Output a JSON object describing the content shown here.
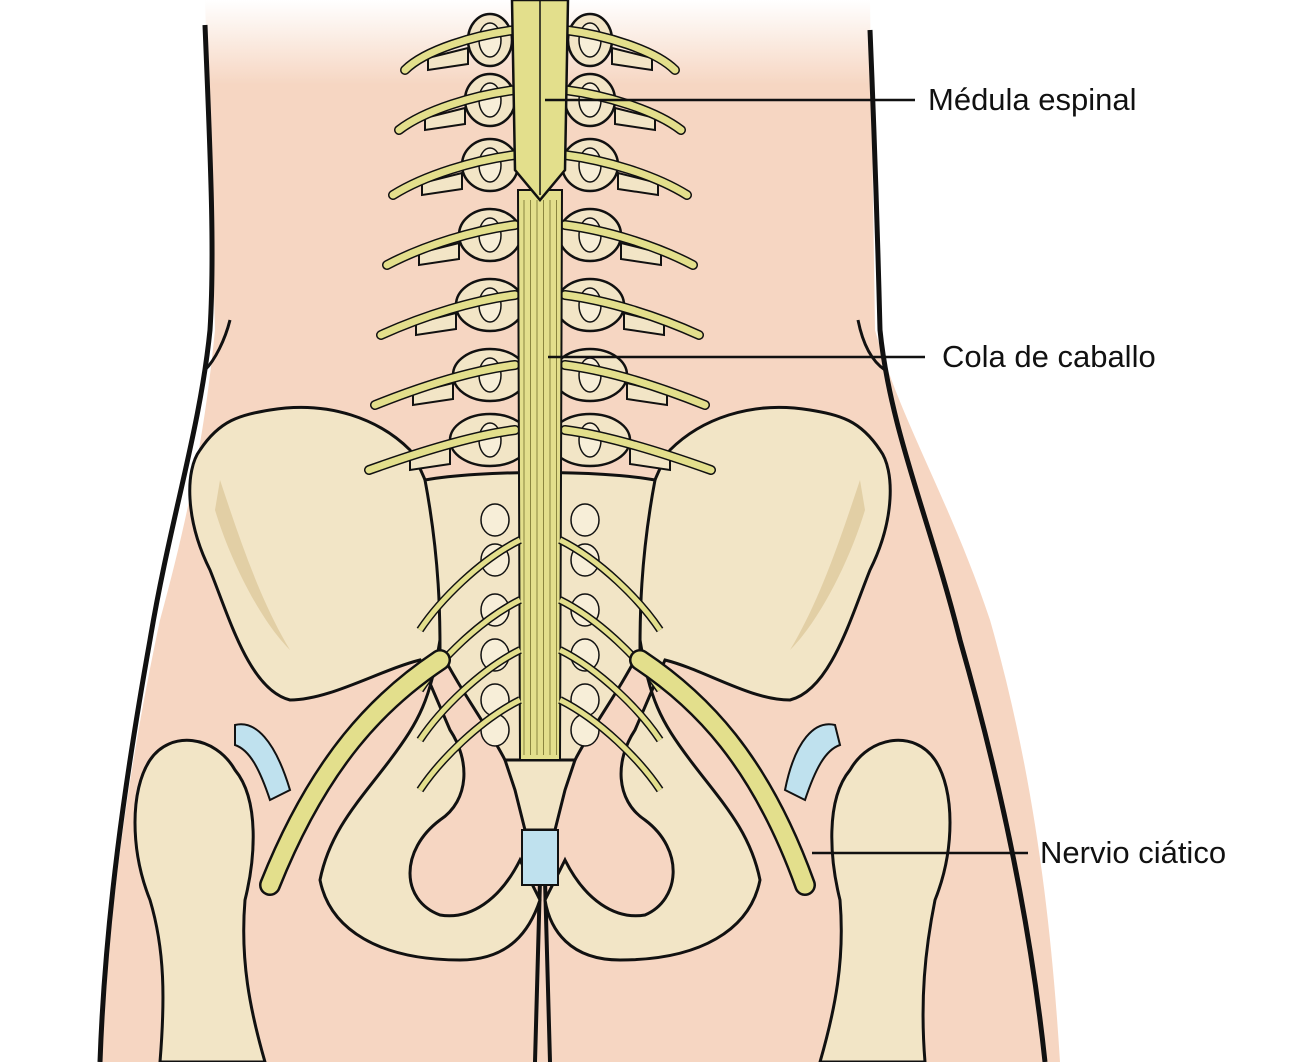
{
  "labels": {
    "spinal_cord": "Médula espinal",
    "cauda_equina": "Cola de caballo",
    "sciatic_nerve": "Nervio ciático"
  },
  "colors": {
    "skin": "#f6d6c2",
    "bone": "#f2e5c6",
    "bone_shade": "#e2cfa5",
    "nerve": "#e3df8c",
    "cartilage": "#bfe1ee",
    "outline": "#111111"
  }
}
